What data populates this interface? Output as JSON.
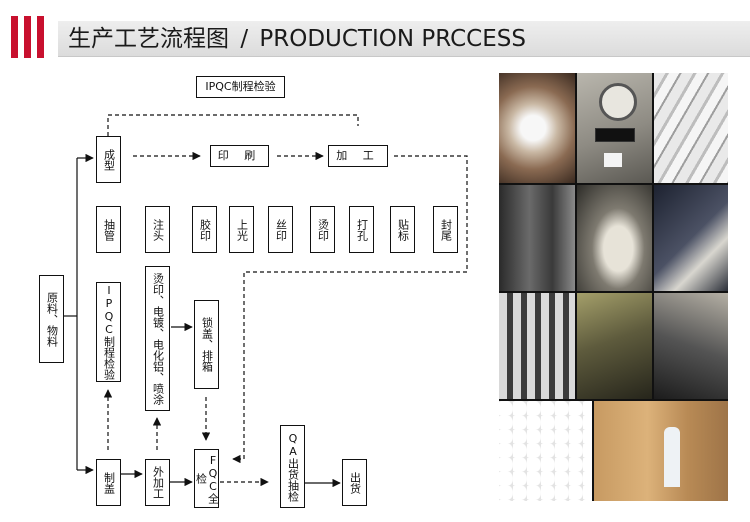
{
  "header": {
    "title_cn": "生产工艺流程图",
    "separator": "/",
    "title_en": "PRODUCTION PRCCESS",
    "accent_color": "#c8102e"
  },
  "diagram": {
    "ipqc_top": "IPQC制程检验",
    "forming": "成型",
    "printing": "印 刷",
    "processing": "加 工",
    "row2": [
      "抽管",
      "注头",
      "胶印",
      "上光",
      "丝印",
      "烫印",
      "打孔",
      "贴标",
      "封尾"
    ],
    "raw_material": "原料、物料",
    "ipqc_left": "IPQC制程检验",
    "surface_treatment": "烫印、电镀、电化铝、喷涂",
    "lock_cap": "锁盖、排箱",
    "cap_making": "制盖",
    "outsourcing": "外加工",
    "fqc": "FQC全检",
    "qa": "QA出货抽检",
    "shipping": "出货"
  },
  "photos": {
    "panels": [
      "pellets",
      "gauge-panel",
      "white-tubes",
      "machine-1",
      "machine-2",
      "hands-product",
      "line-1",
      "line-2",
      "line-3",
      "tube-inspection",
      "boxes-worker"
    ]
  }
}
